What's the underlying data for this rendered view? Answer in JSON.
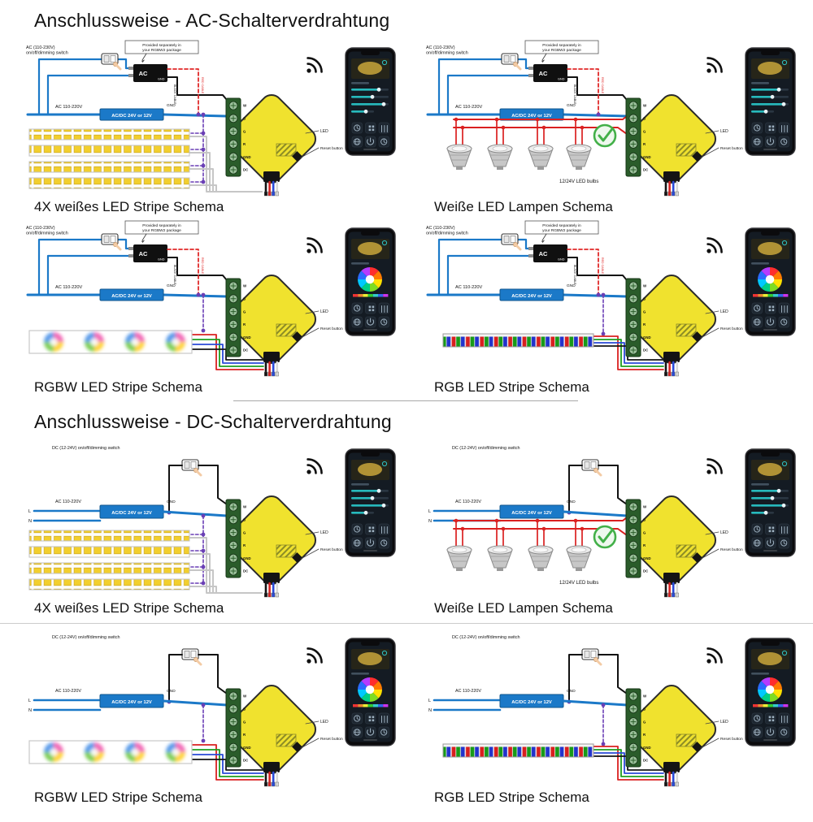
{
  "headers": {
    "ac": "Anschlussweise - AC-Schalterverdrahtung",
    "dc": "Anschlussweise - DC-Schalterverdrahtung"
  },
  "labels": {
    "ac_switch_l1": "AC (110-230V)",
    "ac_switch_l2": "on/off/dimming switch",
    "dc_switch": "DC (12-24V) on/off/dimming switch",
    "provided_l1": "Provided separately in",
    "provided_l2": "your RGBW2 package",
    "adapter_ac": "AC",
    "adapter_gnd": "GND",
    "black_cable": "BLACK CABLE",
    "red_cable": "RED CABLE",
    "converter": "AC/DC 24V or 12V",
    "mains": "AC 110-220V",
    "gnd": "GND",
    "led": "LED",
    "reset": "Reset button",
    "bulbs": "12/24V LED bulbs",
    "line_l": "L",
    "line_n": "N",
    "terminals": [
      "W",
      "B",
      "G",
      "R",
      "GND",
      "DC"
    ]
  },
  "colors": {
    "device_yellow": "#f0e22e",
    "wire_blue": "#1b79c8",
    "wire_red": "#da2020",
    "wire_purple": "#6a3fb5",
    "check_green": "#43b049",
    "app_teal": "#27b9bc"
  },
  "diagrams": [
    {
      "caption": "4X weißes LED Stripe Schema",
      "power": "ac",
      "load": "white4x",
      "phone": "white",
      "check": false
    },
    {
      "caption": "Weiße LED Lampen Schema",
      "power": "ac",
      "load": "bulbs",
      "phone": "white",
      "check": true
    },
    {
      "caption": "RGBW LED Stripe Schema",
      "power": "ac",
      "load": "rgbw",
      "phone": "color",
      "check": false
    },
    {
      "caption": "RGB LED Stripe Schema",
      "power": "ac",
      "load": "rgb",
      "phone": "color",
      "check": false
    },
    {
      "caption": "4X weißes LED Stripe Schema",
      "power": "dc",
      "load": "white4x",
      "phone": "white",
      "check": false
    },
    {
      "caption": "Weiße LED Lampen Schema",
      "power": "dc",
      "load": "bulbs",
      "phone": "white",
      "check": true
    },
    {
      "caption": "RGBW LED Stripe Schema",
      "power": "dc",
      "load": "rgbw",
      "phone": "color",
      "check": false
    },
    {
      "caption": "RGB LED Stripe Schema",
      "power": "dc",
      "load": "rgb",
      "phone": "color",
      "check": false
    }
  ]
}
